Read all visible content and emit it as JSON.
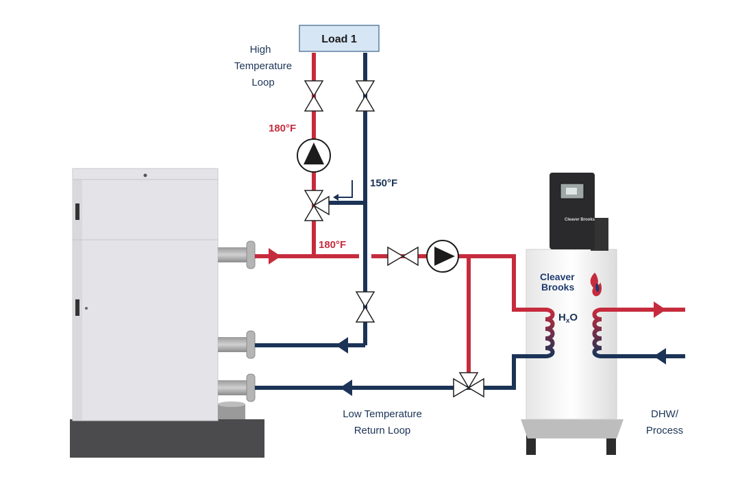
{
  "colors": {
    "hot": "#c62b3d",
    "cold": "#1b3356",
    "boiler_body": "#e4e4e8",
    "boiler_base": "#4b4b4d",
    "load_fill": "#d6e6f4",
    "pump_fill": "#1c1c1c",
    "hxo_controller": "#2a2a2c",
    "brand_red": "#c62b3d",
    "brand_blue": "#1d3a6e"
  },
  "load": {
    "label": "Load 1"
  },
  "labels": {
    "high_temp_loop": [
      "High",
      "Temperature",
      "Loop"
    ],
    "temp_180_top": "180°F",
    "temp_150": "150°F",
    "temp_180_mid": "180°F",
    "low_temp_return": [
      "Low Temperature",
      "Return Loop"
    ],
    "dhw_process": [
      "DHW/",
      "Process"
    ]
  },
  "hxo": {
    "brand_line1": "Cleaver",
    "brand_line2": "Brooks",
    "brand_small": "Cleaver Brooks",
    "model_prefix": "H",
    "model_sub": "x",
    "model_suffix": "O"
  }
}
